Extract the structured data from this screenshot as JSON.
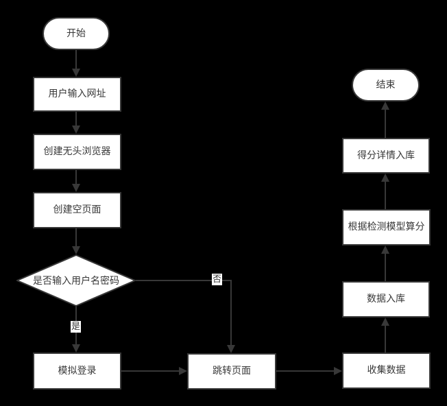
{
  "diagram": {
    "colors": {
      "background": "#000000",
      "node_fill": "#ffffff",
      "stroke": "#383838",
      "text": "#383838"
    },
    "nodes": {
      "start": "开始",
      "input_url": "用户输入网址",
      "create_browser": "创建无头浏览器",
      "create_page": "创建空页面",
      "decision": "是否输入用户名密码",
      "login": "模拟登录",
      "jump_page": "跳转页面",
      "collect_data": "收集数据",
      "data_store": "数据入库",
      "model_score": "根据检测模型算分",
      "score_store": "得分详情入库",
      "end": "结束"
    },
    "edge_labels": {
      "yes": "是",
      "no": "否"
    }
  }
}
